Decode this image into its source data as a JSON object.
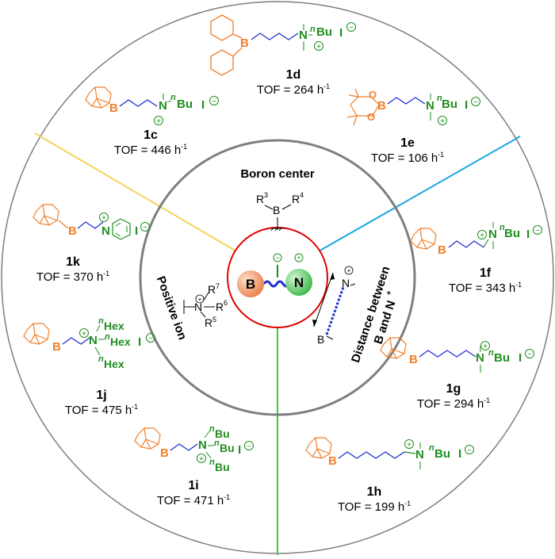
{
  "center": {
    "boron_center": "Boron center",
    "positive_ion": "Positive ion",
    "distance_line1": "Distance between",
    "distance_line2": "B and N",
    "distance_sup": "+",
    "ball_b": "B",
    "ball_n": "N",
    "minus_sign": "−",
    "plus_sign": "+",
    "r3": "R",
    "r3_sub": "3",
    "r4": "R",
    "r4_sub": "4",
    "boron_atom": "B",
    "r5": "R",
    "r5_sub": "5",
    "r6": "R",
    "r6_sub": "6",
    "r7": "R",
    "r7_sub": "7",
    "nitrogen_atom": "N",
    "dist_b": "B",
    "dist_n": "N"
  },
  "catalysts": [
    {
      "id": "1d",
      "tof": "TOF =  264 h",
      "tof_sup": "-1",
      "b": "B",
      "n": "N",
      "nbu_pre": "n",
      "nbu": "Bu",
      "iodide": "I"
    },
    {
      "id": "1c",
      "tof": "TOF =  446 h",
      "tof_sup": "-1",
      "b": "B",
      "n": "N",
      "nbu_pre": "n",
      "nbu": "Bu",
      "iodide": "I"
    },
    {
      "id": "1e",
      "tof": "TOF =  106 h",
      "tof_sup": "-1",
      "b": "B",
      "o1": "O",
      "o2": "O",
      "n": "N",
      "nbu_pre": "n",
      "nbu": "Bu",
      "iodide": "I"
    },
    {
      "id": "1k",
      "tof": "TOF =  370 h",
      "tof_sup": "-1",
      "b": "B",
      "n": "N",
      "iodide": "I"
    },
    {
      "id": "1f",
      "tof": "TOF =  343 h",
      "tof_sup": "-1",
      "b": "B",
      "n": "N",
      "nbu_pre": "n",
      "nbu": "Bu",
      "iodide": "I"
    },
    {
      "id": "1j",
      "tof": "TOF =  475 h",
      "tof_sup": "-1",
      "b": "B",
      "n": "N",
      "hex_pre": "n",
      "hex": "Hex",
      "iodide": "I"
    },
    {
      "id": "1g",
      "tof": "TOF =  294 h",
      "tof_sup": "-1",
      "b": "B",
      "n": "N",
      "nbu_pre": "n",
      "nbu": "Bu",
      "iodide": "I"
    },
    {
      "id": "1i",
      "tof": "TOF =  471 h",
      "tof_sup": "-1",
      "b": "B",
      "n": "N",
      "nbu_pre": "n",
      "nbu": "Bu",
      "iodide": "I"
    },
    {
      "id": "1h",
      "tof": "TOF =  199 h",
      "tof_sup": "-1",
      "b": "B",
      "n": "N",
      "nbu_pre": "n",
      "nbu": "Bu",
      "iodide": "I"
    }
  ],
  "colors": {
    "orange": "#F07F2A",
    "green": "#1F8E1F",
    "blue": "#1F2FD0",
    "gray": "#7F7F7F",
    "red": "#E00000",
    "yellow_line": "#F5D25A",
    "cyan_line": "#1AA6E0",
    "green_line": "#3CCB3C"
  }
}
